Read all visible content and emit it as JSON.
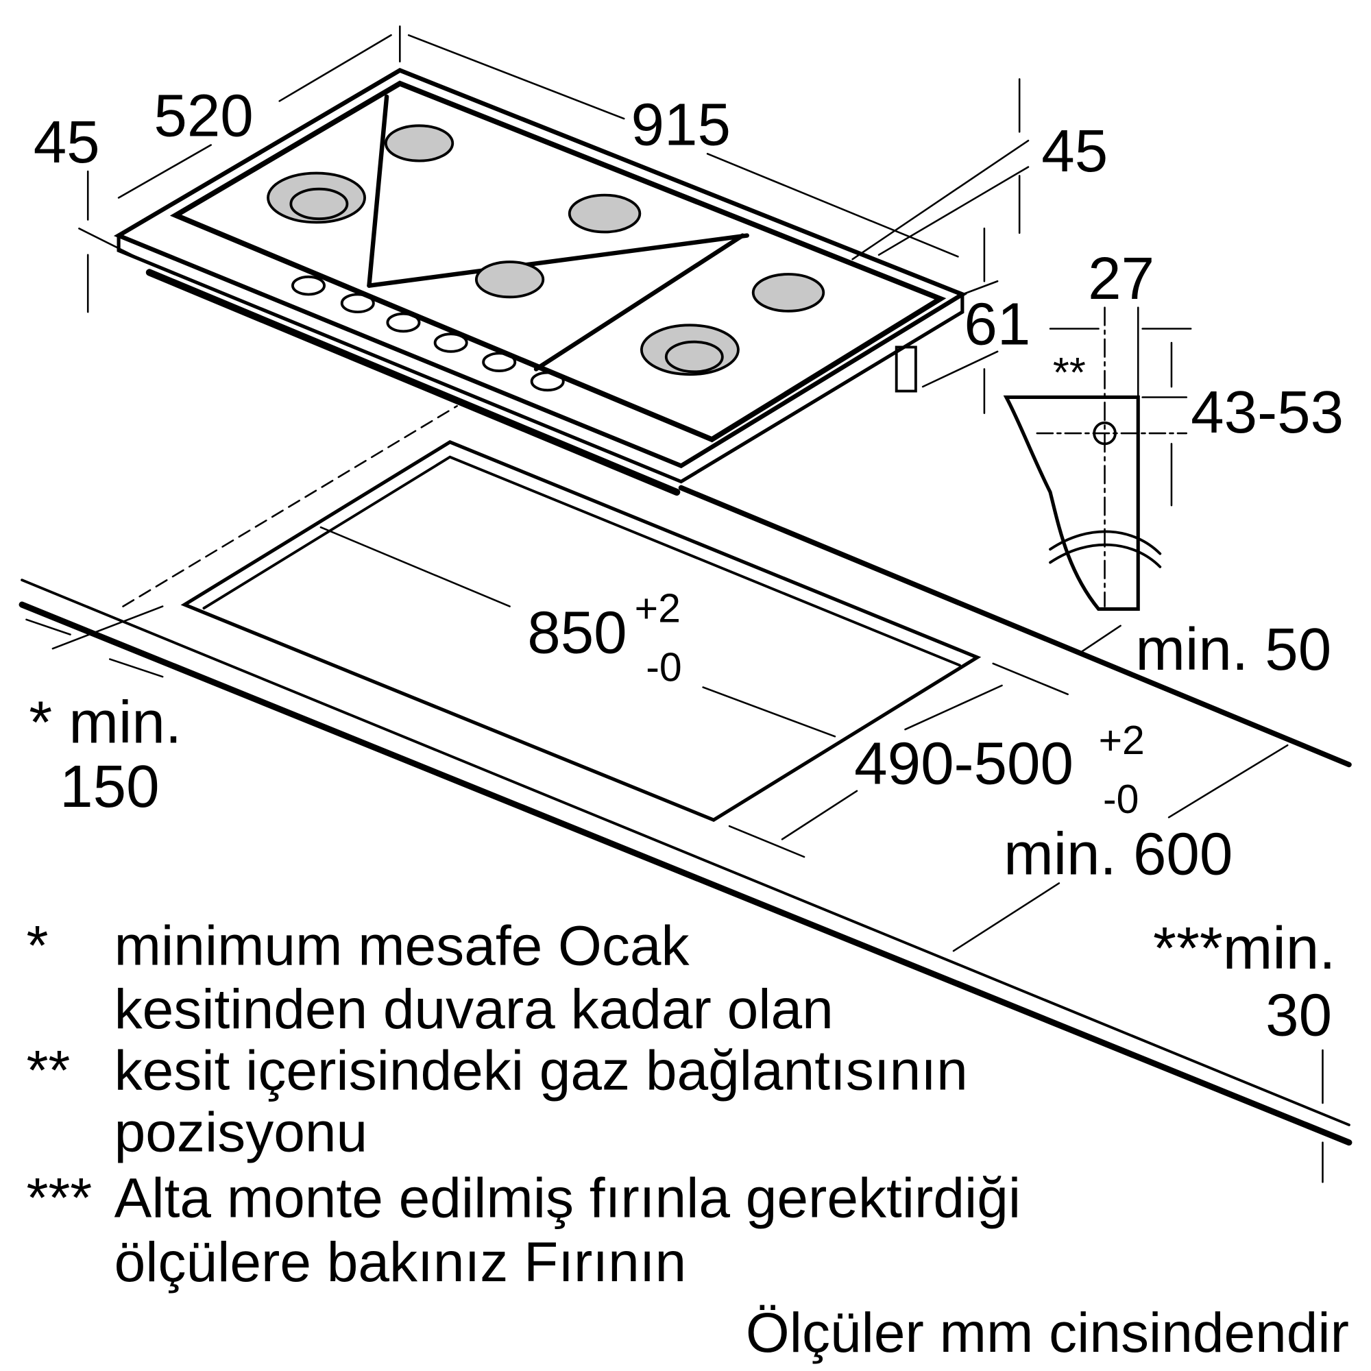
{
  "dimensions": {
    "depth_top": "520",
    "width_top": "915",
    "left_edge": "45",
    "right_edge": "45",
    "height": "61",
    "gas_offset": "27",
    "gas_height": "43-53",
    "gas_marker": "**",
    "cutout_width": "850",
    "cutout_width_tol_plus": "+2",
    "cutout_width_tol_minus": "-0",
    "cutout_depth": "490-500",
    "cutout_depth_tol_plus": "+2",
    "cutout_depth_tol_minus": "-0",
    "min_50": "min. 50",
    "min_600": "min. 600",
    "min_150_line1": "* min.",
    "min_150_line2": "150",
    "min_30_line1": "***min.",
    "min_30_line2": "30"
  },
  "notes": [
    {
      "marker": "*",
      "lines": [
        "minimum mesafe Ocak",
        "kesitinden duvara kadar olan"
      ]
    },
    {
      "marker": "**",
      "lines": [
        "kesit içerisindeki gaz bağlantısının",
        "pozisyonu"
      ]
    },
    {
      "marker": "***",
      "lines": [
        "Alta monte edilmiş fırınla gerektirdiği",
        "ölçülere bakınız Fırının"
      ]
    }
  ],
  "units_note": "Ölçüler mm cinsindendir",
  "colors": {
    "line": "#000000",
    "burner": "#c8c8c8",
    "background": "#ffffff"
  }
}
